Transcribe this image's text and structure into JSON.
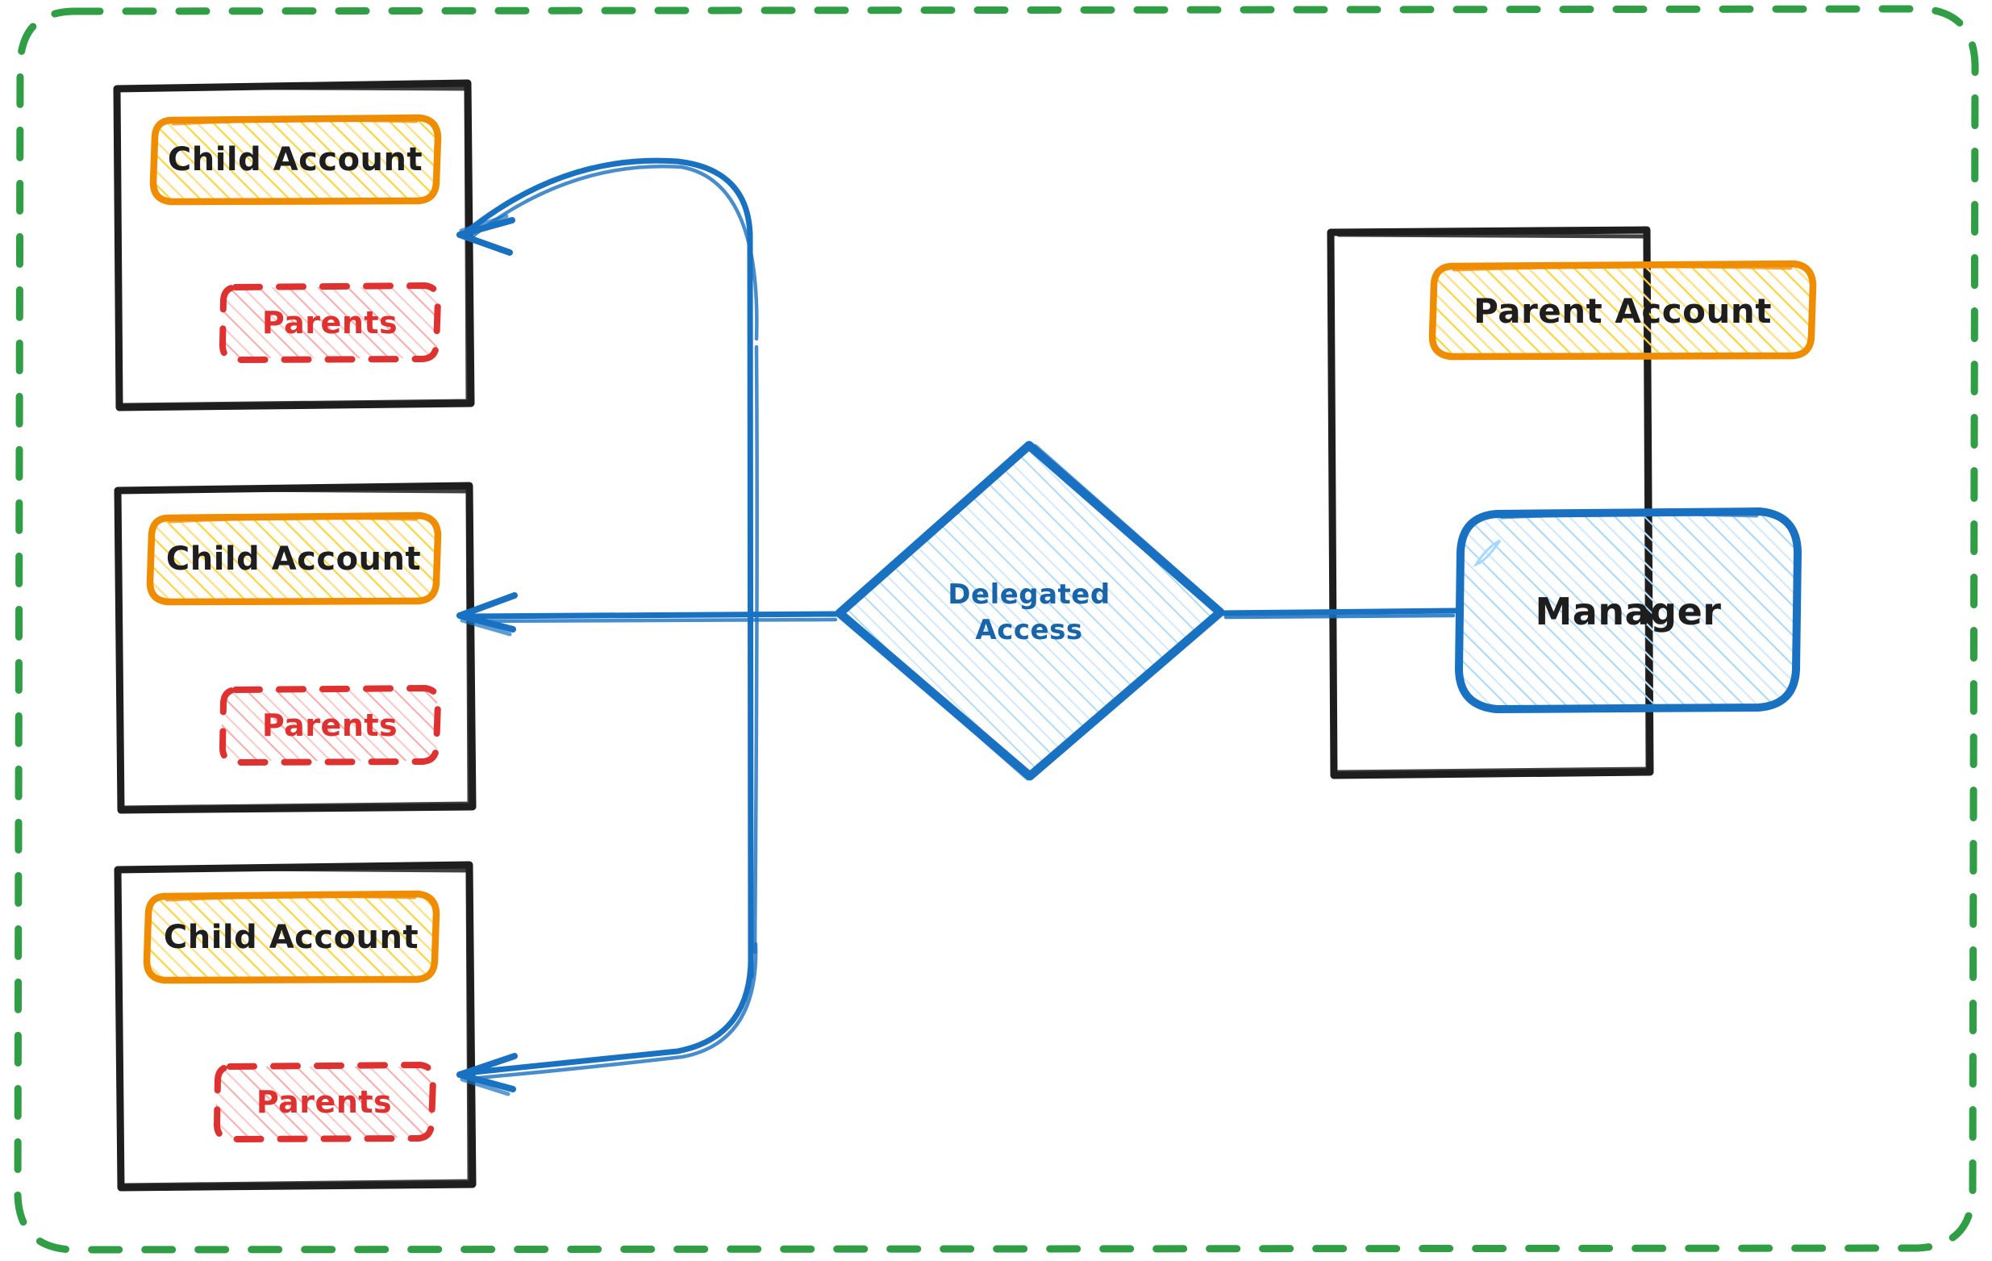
{
  "diagram": {
    "title": "Delegated Access",
    "style": "hand-drawn whiteboard sketch",
    "outer_boundary": {
      "name": "organization-boundary",
      "stroke": "#2f9e44",
      "dashed": true
    },
    "colors": {
      "container_stroke": "#1e1e1e",
      "account_stroke": "#f08c00",
      "account_fill_hatch": "#ffd43b",
      "parents_stroke": "#e03131",
      "parents_fill_hatch": "#ffa8a8",
      "manager_stroke": "#1971c2",
      "manager_fill_hatch": "#a5d8ff",
      "diamond_stroke": "#1971c2",
      "diamond_fill_hatch": "#a5d8ff",
      "arrow_stroke": "#1971c2",
      "boundary_stroke": "#2f9e44",
      "text_dark": "#1e1e1e",
      "text_red": "#e03131",
      "text_blue": "#1864ab"
    },
    "child_containers": [
      {
        "id": "child-container-1",
        "account_label": "Child Account",
        "parents_label": "Parents"
      },
      {
        "id": "child-container-2",
        "account_label": "Child Account",
        "parents_label": "Parents"
      },
      {
        "id": "child-container-3",
        "account_label": "Child Account",
        "parents_label": "Parents"
      }
    ],
    "parent_container": {
      "id": "parent-container",
      "account_label": "Parent Account",
      "manager_label": "Manager"
    },
    "relationship": {
      "id": "delegated-access-node",
      "label_line_1": "Delegated",
      "label_line_2": "Access",
      "shape": "diamond"
    },
    "connections": [
      {
        "from": "delegated-access-node",
        "to": "child-container-1",
        "arrow": true
      },
      {
        "from": "delegated-access-node",
        "to": "child-container-2",
        "arrow": true
      },
      {
        "from": "delegated-access-node",
        "to": "child-container-3",
        "arrow": true
      },
      {
        "from": "manager",
        "to": "delegated-access-node",
        "arrow": false
      }
    ]
  }
}
